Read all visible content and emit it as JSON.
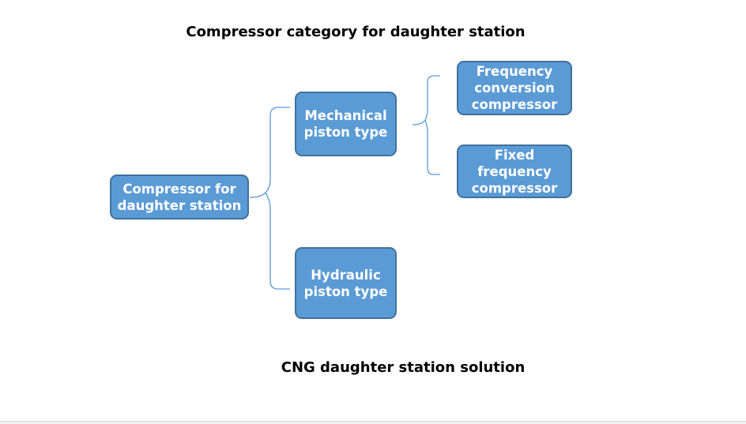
{
  "header": {
    "title": "Compressor category for daughter station"
  },
  "nodes": {
    "root": "Compressor for\ndaughter station",
    "mechanical": "Mechanical\npiston type",
    "hydraulic": "Hydraulic\npiston type",
    "frequency_conversion": "Frequency\nconversion\ncompressor",
    "fixed_frequency": "Fixed\nfrequency\ncompressor"
  },
  "footer": {
    "caption": "CNG daughter station solution"
  },
  "colors": {
    "node_fill": "#5b9bd5",
    "node_border": "#41719c",
    "connector": "#5b9bd5",
    "text": "#000000"
  }
}
